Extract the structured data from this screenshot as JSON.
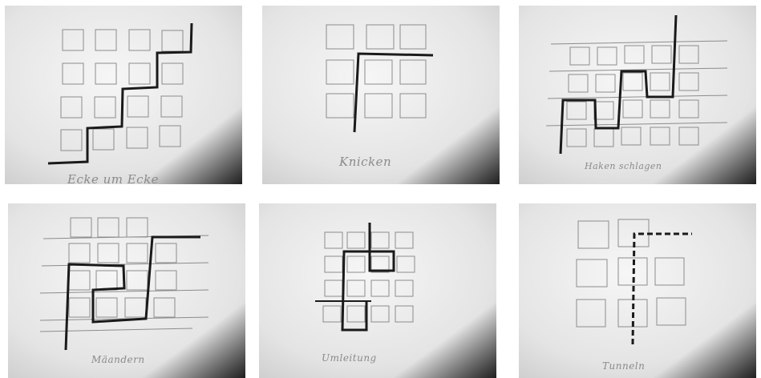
{
  "panels": [
    {
      "id": "p1",
      "caption": "Ecke um Ecke"
    },
    {
      "id": "p2",
      "caption": "Knicken"
    },
    {
      "id": "p3",
      "caption": "Haken schlagen"
    },
    {
      "id": "p4",
      "caption": "Mäandern"
    },
    {
      "id": "p5",
      "caption": "Umleitung"
    },
    {
      "id": "p6",
      "caption": "Tunneln"
    }
  ],
  "colors": {
    "paper_light": "#f4f4f4",
    "paper_dark": "#d6d6d6",
    "ink": "#1a1a1a",
    "pencil": "#8c8c8c",
    "vignette": "#2a2a2a"
  }
}
